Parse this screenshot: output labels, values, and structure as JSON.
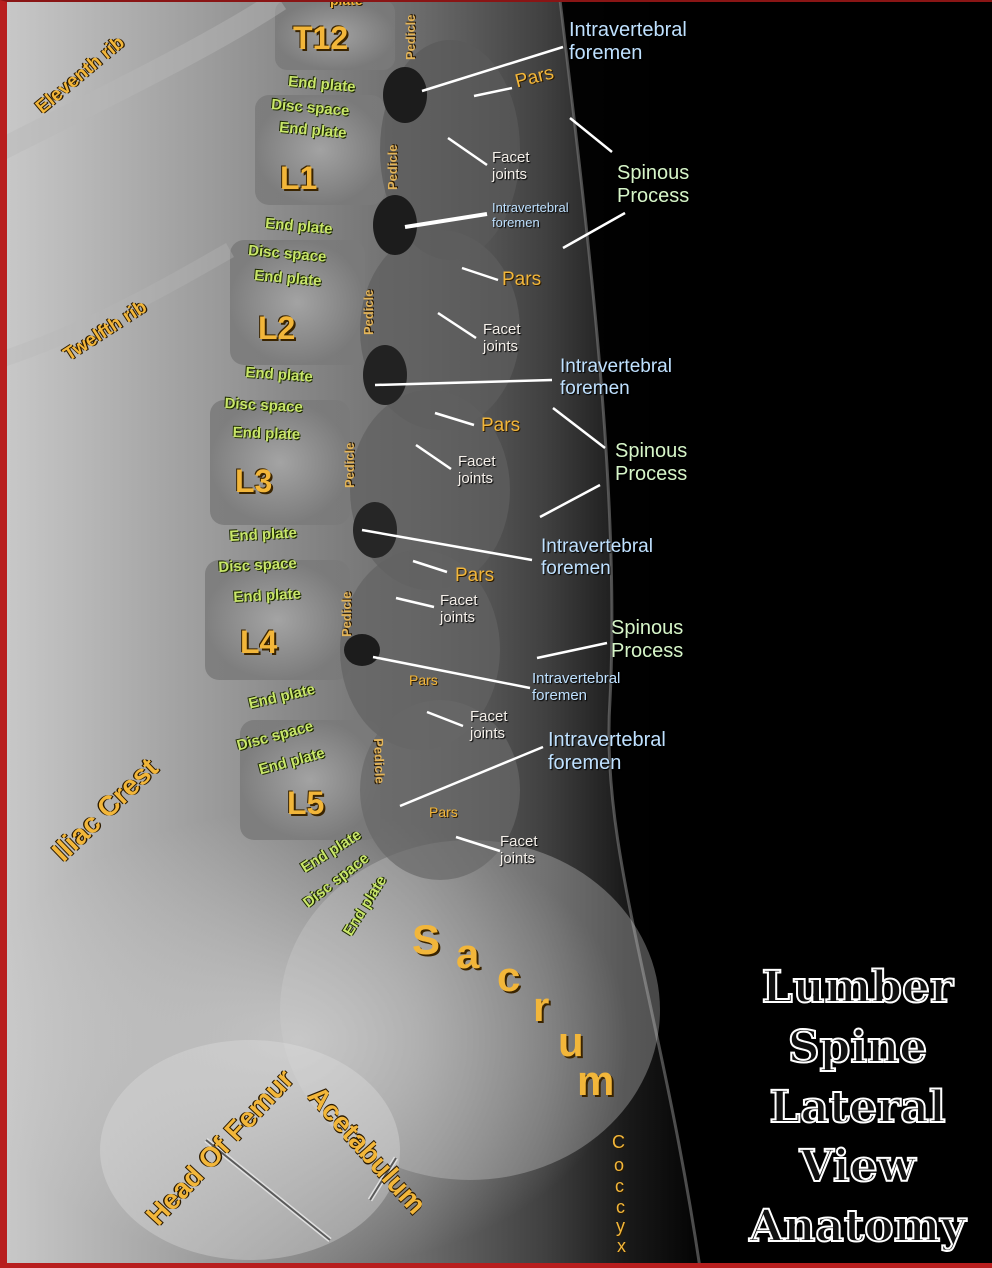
{
  "title_lines": [
    "Lumber",
    "Spine",
    "Lateral",
    "View",
    "Anatomy"
  ],
  "vertebrae": {
    "t12": "T12",
    "l1": "L1",
    "l2": "L2",
    "l3": "L3",
    "l4": "L4",
    "l5": "L5"
  },
  "top_cut_label": "plate",
  "ribs": {
    "eleventh": "Eleventh rib",
    "twelfth": "Twelfth rib"
  },
  "iliac_crest": "Iliac Crest",
  "sacrum_letters": [
    "S",
    "a",
    "c",
    "r",
    "u",
    "m"
  ],
  "coccyx_letters": [
    "C",
    "o",
    "c",
    "c",
    "y",
    "x"
  ],
  "head_of_femur": "Head Of Femur",
  "acetabulum": "Acetabulum",
  "end_plate": "End plate",
  "disc_space": "Disc space",
  "pedicle": "Pedicle",
  "pars": "Pars",
  "facet": "Facet",
  "joints": "joints",
  "intravertebral": "Intravertebral",
  "foremen": "foremen",
  "spinous": "Spinous",
  "process": "Process",
  "colors": {
    "frame": "#b81e1e",
    "gold": "#f2b63a",
    "green": "#c9e66a",
    "blue_text": "#bfe1ff"
  }
}
